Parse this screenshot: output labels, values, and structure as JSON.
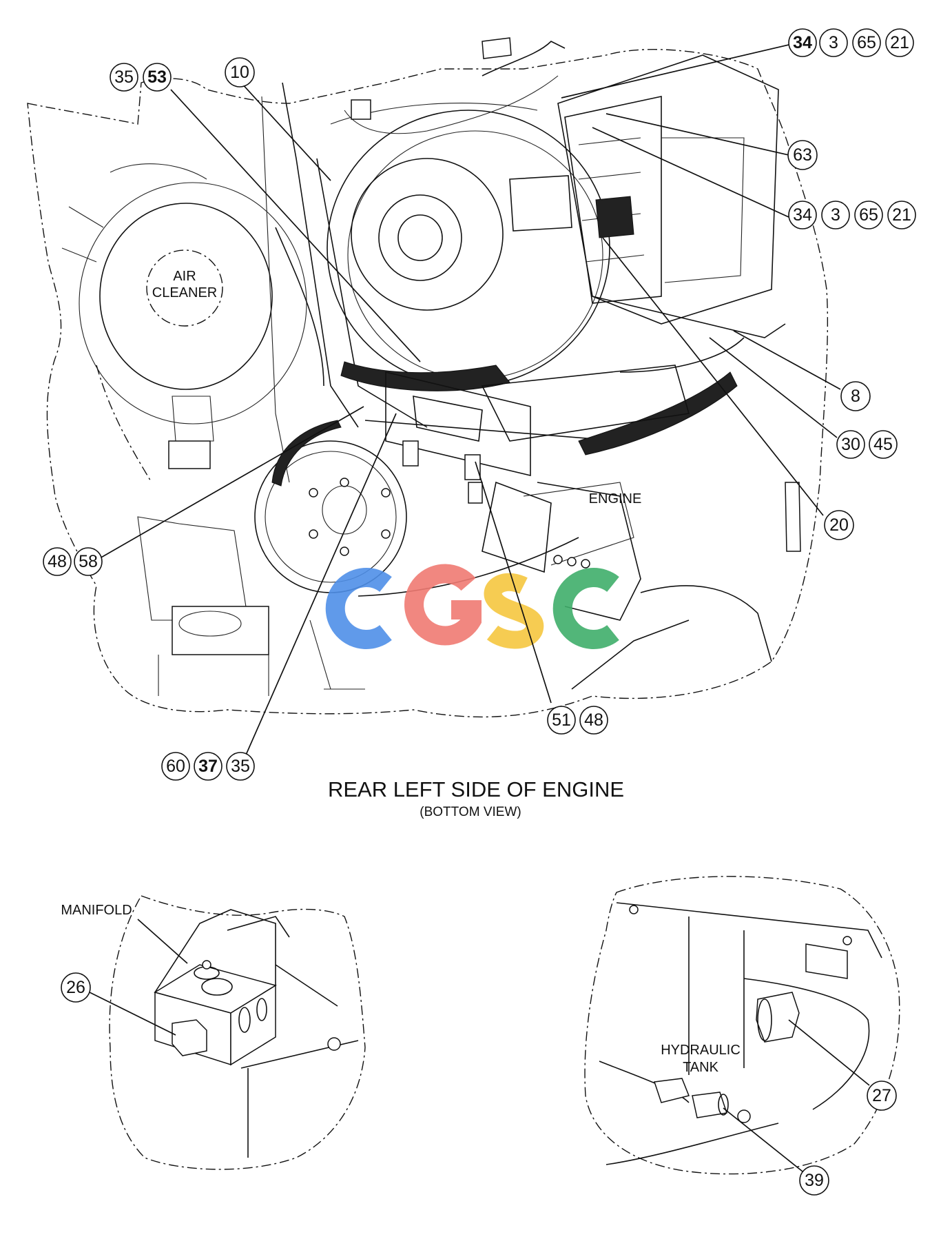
{
  "title": "REAR LEFT SIDE OF ENGINE",
  "subtitle": "(BOTTOM VIEW)",
  "labels": {
    "air_cleaner_line1": "AIR",
    "air_cleaner_line2": "CLEANER",
    "engine": "ENGINE",
    "manifold": "MANIFOLD",
    "hydraulic_line1": "HYDRAULIC",
    "hydraulic_line2": "TANK"
  },
  "watermark": "CGSC",
  "callouts": {
    "c34a": "34",
    "c3a": "3",
    "c65a": "65",
    "c21a": "21",
    "c35a": "35",
    "c53": "53",
    "c10": "10",
    "c63": "63",
    "c34b": "34",
    "c3b": "3",
    "c65b": "65",
    "c21b": "21",
    "c8": "8",
    "c30": "30",
    "c45": "45",
    "c20": "20",
    "c48a": "48",
    "c58": "58",
    "c51": "51",
    "c48b": "48",
    "c60": "60",
    "c37": "37",
    "c35b": "35",
    "c26": "26",
    "c27": "27",
    "c39": "39"
  },
  "colors": {
    "line": "#111111",
    "wm_c1": "#4f8fe8",
    "wm_g": "#f07a72",
    "wm_s": "#f5c63f",
    "wm_c2": "#3fae6a"
  }
}
